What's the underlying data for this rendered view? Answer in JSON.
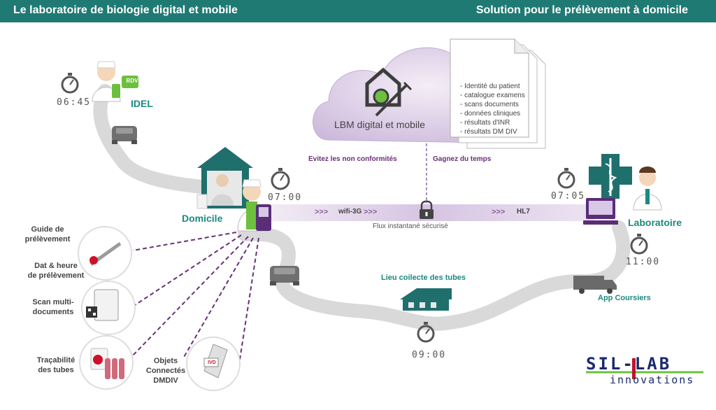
{
  "header": {
    "left_title": "Le laboratoire de biologie digital et mobile",
    "right_title": "Solution pour le prélèvement à domicile"
  },
  "cloud": {
    "title": "LBM digital et mobile",
    "document_items": [
      "- Identité du patient",
      "- catalogue examens",
      "- scans documents",
      "- données cliniques",
      "- résultats d'INR",
      "- résultats DM DIV"
    ]
  },
  "actors": {
    "idel": "IDEL",
    "idel_badge": "RDV",
    "domicile": "Domicile",
    "laboratoire": "Laboratoire",
    "lieu_collecte": "Lieu coilecte des tubes",
    "app_coursiers": "App Coursiers"
  },
  "times": {
    "idel": "06:45",
    "domicile": "07:00",
    "laboratoire": "07:05",
    "lab_after": "11:00",
    "collecte": "09:00"
  },
  "flux": {
    "benefit_left": "Evitez les non conformités",
    "benefit_right": "Gagnez du temps",
    "left_arrows": ">>>",
    "protocol_left": "wifi-3G",
    "mid_arrows": ">>>",
    "right_arrows": ">>>",
    "protocol_right": "HL7",
    "secure_label": "Flux instantané sécurisé"
  },
  "features": [
    {
      "label": "Guide de\nprélèvement"
    },
    {
      "label": "Dat & heure\nde prélèvement"
    },
    {
      "label": "Scan multi-\ndocuments"
    },
    {
      "label": "Traçabilité\ndes tubes"
    },
    {
      "label": "Objets\nConnectés\nDMDIV"
    }
  ],
  "device_badge": "IVD",
  "logo": {
    "line1": "SIL-LAB",
    "line2": "innovations"
  },
  "colors": {
    "header_teal": "#1f7a74",
    "label_teal": "#1b8a7f",
    "benefit_purple": "#6b2f78",
    "cloud_lilac": "#d9c9e3",
    "road_grey": "#dcdcdc"
  }
}
